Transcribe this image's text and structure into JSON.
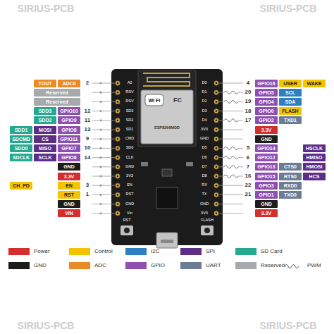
{
  "diagram": {
    "nodes": [
      {
        "text": [
          "TOUT"
        ]
      },
      {
        "text": [
          "ADC0"
        ]
      },
      {
        "text": [
          "Reserved"
        ]
      },
      {
        "text": [
          "Reserved"
        ]
      },
      {
        "text": [
          "SDD3"
        ]
      },
      {
        "text": [
          "GPIO10"
        ]
      },
      {
        "text": [
          "SDD2"
        ]
      },
      {
        "text": [
          "GPIO9"
        ]
      },
      {
        "text": [
          "SDD1"
        ]
      },
      {
        "text": [
          "MOSI"
        ]
      },
      {
        "text": [
          "GPIO8"
        ]
      },
      {
        "text": [
          "SDCMD"
        ]
      },
      {
        "text": [
          "CS"
        ]
      },
      {
        "text": [
          "GPIO11"
        ]
      },
      {
        "text": [
          "SDD0"
        ]
      },
      {
        "text": [
          "MISO"
        ]
      },
      {
        "text": [
          "GPIO7"
        ]
      },
      {
        "text": [
          "SDCLK"
        ]
      },
      {
        "text": [
          "SCLK"
        ]
      },
      {
        "text": [
          "GPIO6"
        ]
      },
      {
        "text": [
          "GND"
        ]
      },
      {
        "text": [
          "3.3V"
        ]
      },
      {
        "text": [
          "CH_PD"
        ]
      },
      {
        "text": [
          "EN"
        ]
      },
      {
        "text": [
          "RST"
        ]
      },
      {
        "text": [
          "GND"
        ]
      },
      {
        "text": [
          "VIN"
        ]
      },
      {
        "text": [
          "GPIO16"
        ]
      },
      {
        "text": [
          "USER"
        ]
      },
      {
        "text": [
          "WAKE"
        ]
      },
      {
        "text": [
          "GPIO5"
        ]
      },
      {
        "text": [
          "SCL"
        ]
      },
      {
        "text": [
          "GPIO4"
        ]
      },
      {
        "text": [
          "SDA"
        ]
      },
      {
        "text": [
          "GPIO0"
        ]
      },
      {
        "text": [
          "FLASH"
        ]
      },
      {
        "text": [
          "GPIO2"
        ]
      },
      {
        "text": [
          "TXD1"
        ]
      },
      {
        "text": [
          "3.3V"
        ]
      },
      {
        "text": [
          "GND"
        ]
      },
      {
        "text": [
          "GPIO14"
        ]
      },
      {
        "text": [
          "HSCLK"
        ]
      },
      {
        "text": [
          "GPIO12"
        ]
      },
      {
        "text": [
          "HMISO"
        ]
      },
      {
        "text": [
          "GPIO13"
        ]
      },
      {
        "text": [
          "CTS0"
        ]
      },
      {
        "text": [
          "HMOSI"
        ]
      },
      {
        "text": [
          "GPIO15"
        ]
      },
      {
        "text": [
          "RTS0"
        ]
      },
      {
        "text": [
          "HCS"
        ]
      },
      {
        "text": [
          "GPIO3"
        ]
      },
      {
        "text": [
          "RXD0"
        ]
      },
      {
        "text": [
          "GPIO1"
        ]
      },
      {
        "text": [
          "TXD0"
        ]
      },
      {
        "text": [
          "GND"
        ]
      },
      {
        "text": [
          "3.3V"
        ]
      }
    ],
    "labels": [
      "2",
      "12",
      "11",
      "13",
      "9",
      "10",
      "14",
      "3",
      "1",
      "4",
      "20",
      "19",
      "18",
      "17",
      "5",
      "6",
      "7",
      "16",
      "22",
      "21",
      "A0",
      "RSV",
      "RSV",
      "SD3",
      "SD2",
      "SD1",
      "CMD",
      "SD0",
      "CLK",
      "GND",
      "3V3",
      "EN",
      "RST",
      "GND",
      "Vin",
      "D0",
      "D1",
      "D2",
      "D3",
      "D4",
      "3V3",
      "GND",
      "D5",
      "D6",
      "D7",
      "D8",
      "RX",
      "TX",
      "GND",
      "3V3",
      "Wi Fi",
      "FC",
      "ESP8266MOD",
      "RST",
      "FLASH",
      "SIRIUS-PCB",
      "SIRIUS-PCB",
      "SIRIUS-PCB",
      "SIRIUS-PCB"
    ],
    "legend": [
      {
        "text": "Power",
        "color": "#d32f2f"
      },
      {
        "text": "Control",
        "color": "#f5c400"
      },
      {
        "text": "I2C",
        "color": "#2d7fc1"
      },
      {
        "text": "SPI",
        "color": "#5d2d87"
      },
      {
        "text": "SD Card",
        "color": "#25a98f"
      },
      {
        "text": "GND",
        "color": "#1d1d1b"
      },
      {
        "text": "ADC",
        "color": "#ec8a26"
      },
      {
        "text": "GPIO",
        "color": "#8e4fb0"
      },
      {
        "text": "UART",
        "color": "#6c7c94"
      },
      {
        "text": "Reserved",
        "color": "#a7a9ac"
      },
      {
        "text": "PWM"
      }
    ]
  }
}
